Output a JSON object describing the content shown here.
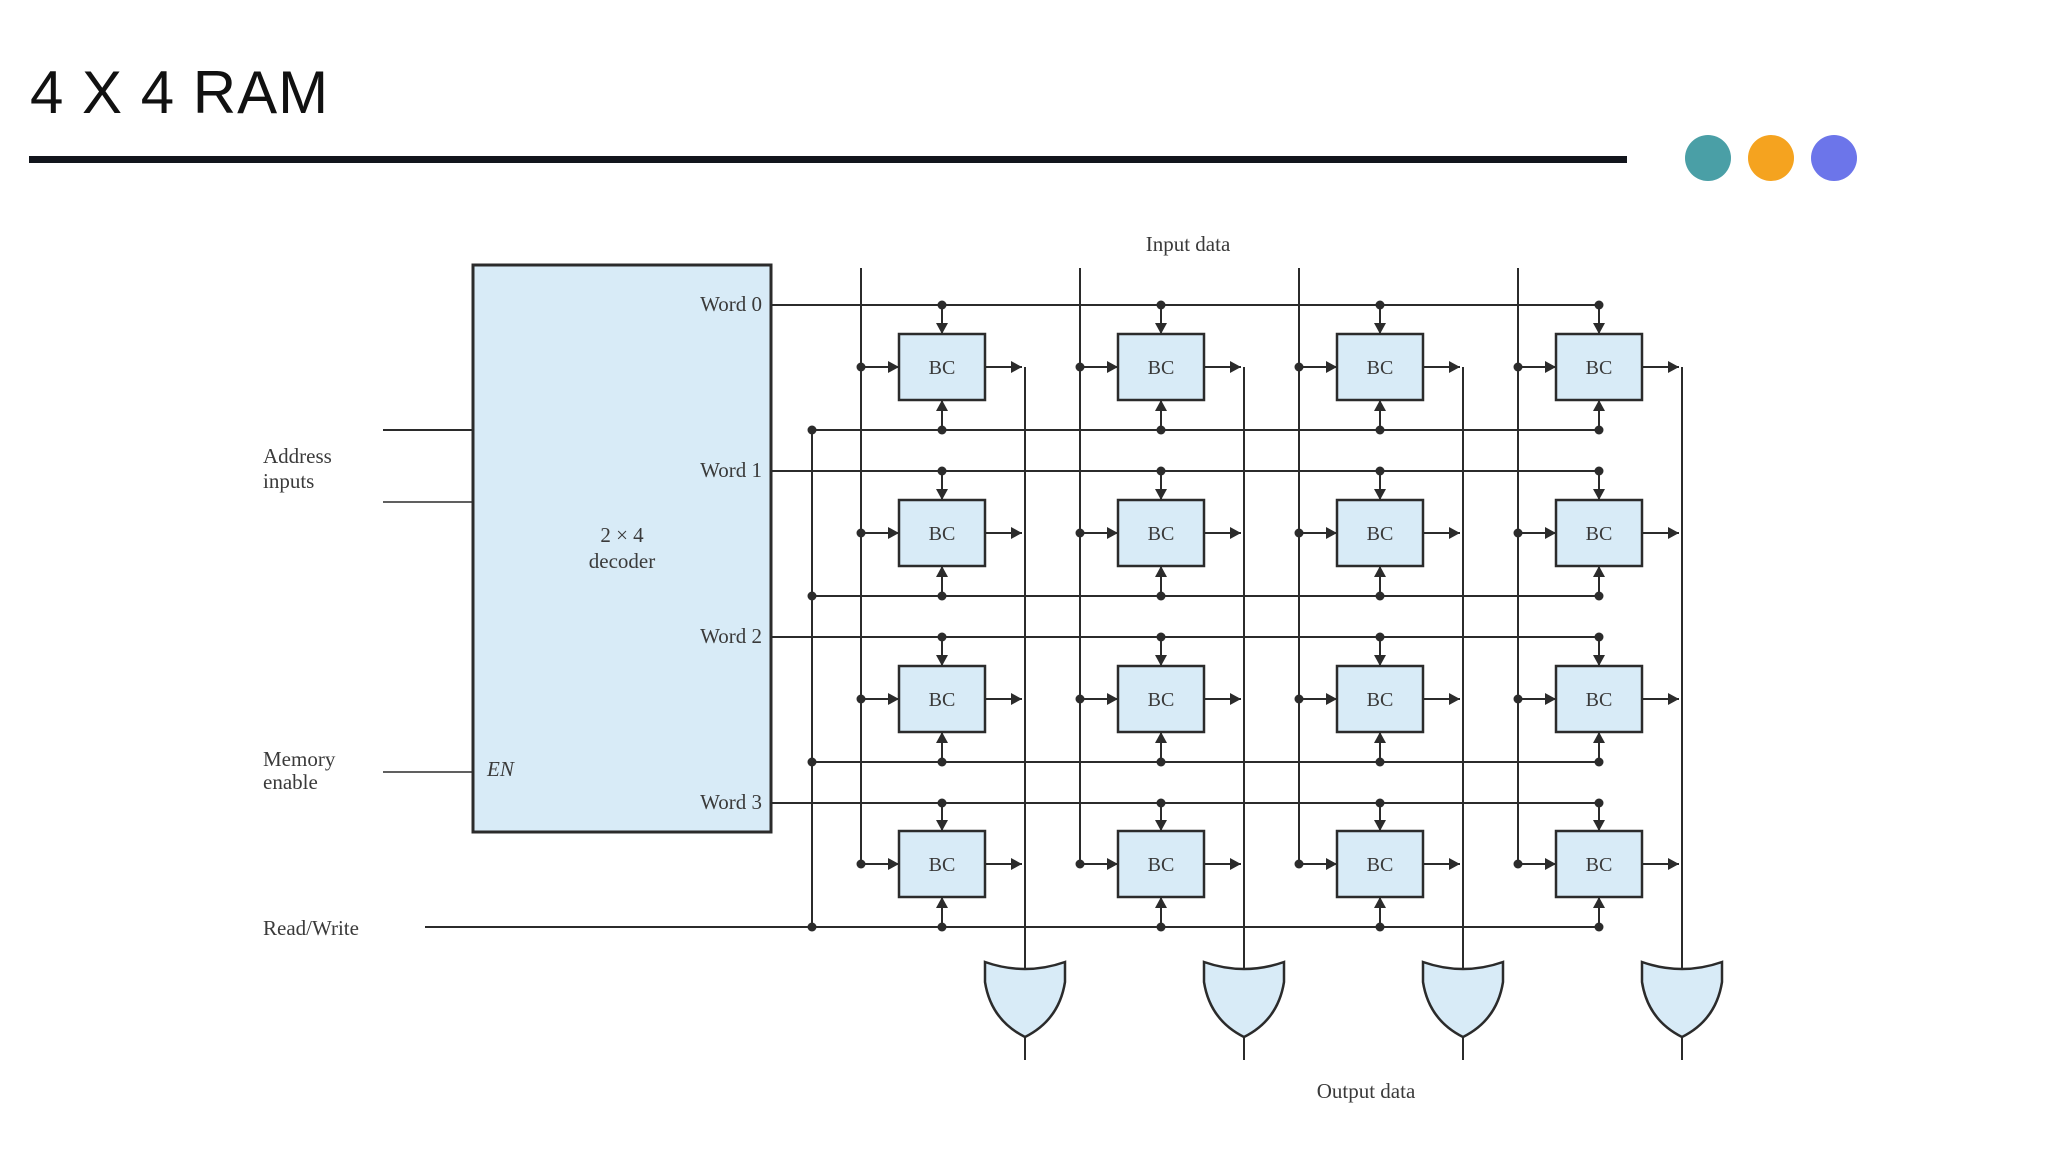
{
  "slide": {
    "title": "4 X 4 RAM",
    "dots": [
      {
        "name": "teal-dot",
        "color": "#4a9fa6"
      },
      {
        "name": "orange-dot",
        "color": "#f5a31f"
      },
      {
        "name": "blue-dot",
        "color": "#6c75ea"
      }
    ]
  },
  "diagram": {
    "input_label": "Input data",
    "output_label": "Output data",
    "address_label": [
      "Address",
      "inputs"
    ],
    "memory_enable_label": [
      "Memory",
      "enable"
    ],
    "read_write_label": "Read/Write",
    "decoder_label": [
      "2 × 4",
      "decoder"
    ],
    "enable_label": "EN",
    "words": [
      "Word 0",
      "Word 1",
      "Word 2",
      "Word 3"
    ],
    "cell_label": "BC",
    "colors": {
      "decoder_fill": "#d8ebf7",
      "cell_fill": "#d8ebf7",
      "line": "#2b2b2b"
    }
  }
}
